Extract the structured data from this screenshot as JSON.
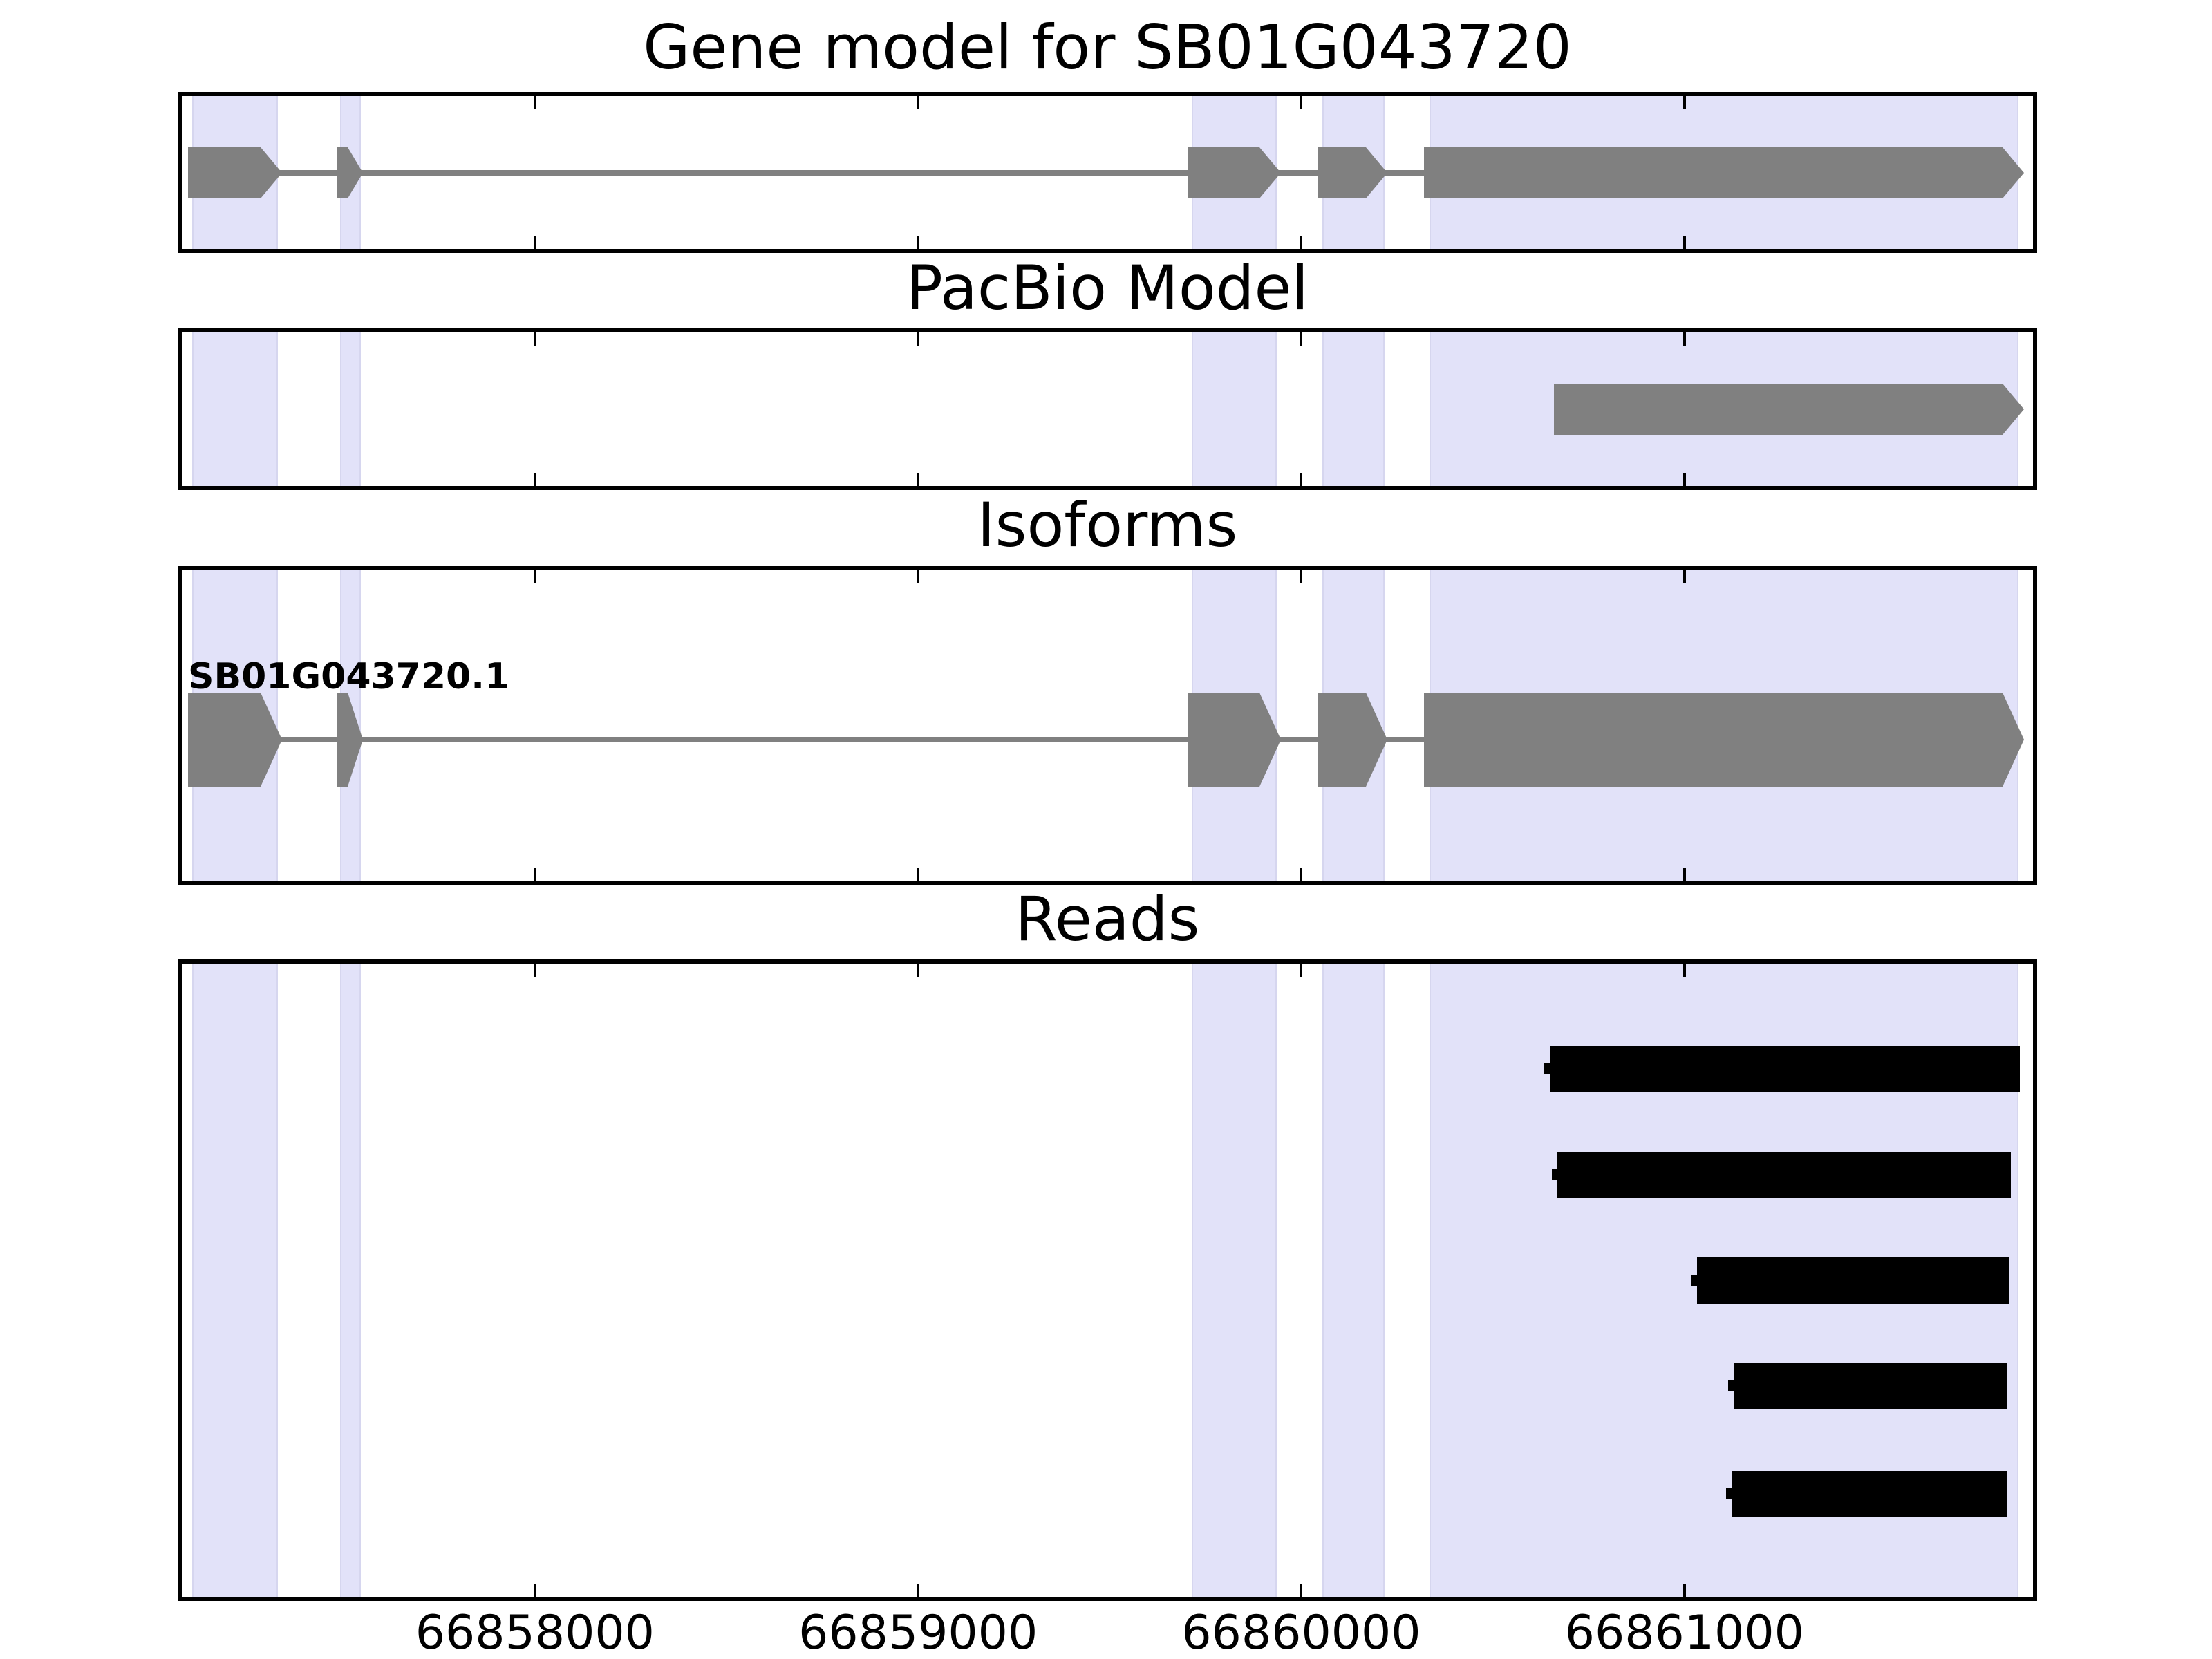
{
  "figure": {
    "colors": {
      "background": "#ffffff",
      "highlight_band": "#e2e2f9",
      "highlight_band_edge": "#d6d6ef",
      "feature_gray": "#808080",
      "read_black": "#000000",
      "axis_black": "#000000"
    }
  },
  "chart_data": {
    "type": "gene-model-tracks",
    "title": "Gene model for SB01G043720",
    "x_axis": {
      "min_bp": 66857073,
      "max_bp": 66861915,
      "tick_bp": [
        66858000,
        66859000,
        66860000,
        66861000
      ],
      "tick_labels": [
        "66858000",
        "66859000",
        "66860000",
        "66861000"
      ]
    },
    "highlight_regions_bp": [
      [
        66857105,
        66857329
      ],
      [
        66857491,
        66857545
      ],
      [
        66859714,
        66859936
      ],
      [
        66860055,
        66860217
      ],
      [
        66860334,
        66861871
      ]
    ],
    "tracks": [
      {
        "id": "gene-model",
        "title": "Gene model for SB01G043720",
        "type": "gene",
        "gene": {
          "strand": "+",
          "intron_span_bp": [
            66857340,
            66860320
          ],
          "exons_bp": [
            [
              66857094,
              66857340
            ],
            [
              66857482,
              66857551
            ],
            [
              66859703,
              66859946
            ],
            [
              66860042,
              66860224
            ],
            [
              66860320,
              66861886
            ]
          ]
        }
      },
      {
        "id": "pacbio-model",
        "title": "PacBio Model",
        "type": "gene",
        "gene": {
          "strand": "+",
          "intron_span_bp": null,
          "exons_bp": [
            [
              66860659,
              66861886
            ]
          ]
        }
      },
      {
        "id": "isoforms",
        "title": "Isoforms",
        "type": "gene",
        "label": "SB01G043720.1",
        "gene": {
          "strand": "+",
          "intron_span_bp": [
            66857340,
            66860320
          ],
          "exons_bp": [
            [
              66857094,
              66857340
            ],
            [
              66857482,
              66857551
            ],
            [
              66859703,
              66859946
            ],
            [
              66860042,
              66860224
            ],
            [
              66860320,
              66861886
            ]
          ]
        }
      },
      {
        "id": "reads",
        "title": "Reads",
        "type": "reads",
        "reads_bp": [
          [
            66860648,
            66861875
          ],
          [
            66860668,
            66861852
          ],
          [
            66861032,
            66861848
          ],
          [
            66861128,
            66861843
          ],
          [
            66861123,
            66861843
          ]
        ]
      }
    ]
  }
}
